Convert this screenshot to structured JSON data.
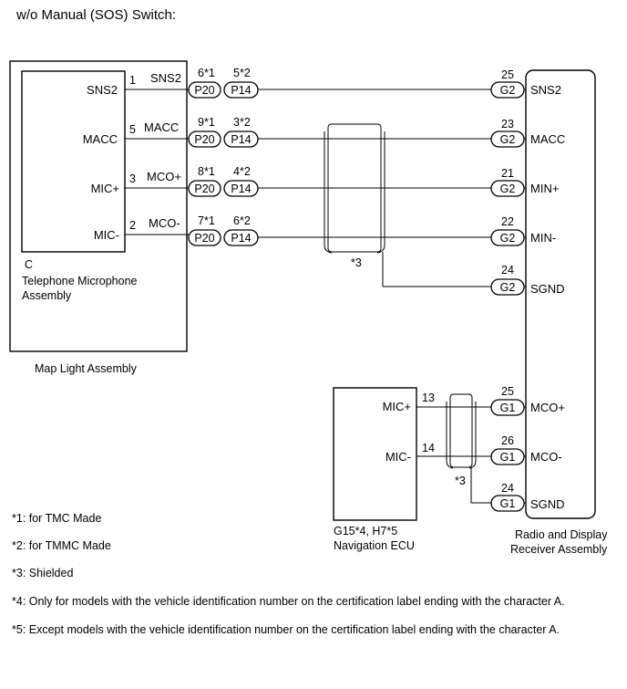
{
  "title": "w/o Manual (SOS) Switch:",
  "map_light": {
    "label": "Map Light Assembly",
    "mic_assembly": {
      "code": "C",
      "label_line1": "Telephone Microphone",
      "label_line2": "Assembly"
    }
  },
  "receiver": {
    "label_line1": "Radio and Display",
    "label_line2": "Receiver Assembly"
  },
  "nav_ecu": {
    "code": "G15*4, H7*5",
    "label": "Navigation ECU",
    "pins": [
      {
        "signal": "MIC+",
        "pin": "13"
      },
      {
        "signal": "MIC-",
        "pin": "14"
      }
    ]
  },
  "wires": [
    {
      "left_signal": "SNS2",
      "left_pin": "1",
      "mid_signal": "SNS2",
      "c1_pin": "6*1",
      "c1": "P20",
      "c2_pin": "5*2",
      "c2": "P14",
      "right_pin": "25",
      "right_conn": "G2",
      "right_signal": "SNS2"
    },
    {
      "left_signal": "MACC",
      "left_pin": "5",
      "mid_signal": "MACC",
      "c1_pin": "9*1",
      "c1": "P20",
      "c2_pin": "3*2",
      "c2": "P14",
      "right_pin": "23",
      "right_conn": "G2",
      "right_signal": "MACC"
    },
    {
      "left_signal": "MIC+",
      "left_pin": "3",
      "mid_signal": "MCO+",
      "c1_pin": "8*1",
      "c1": "P20",
      "c2_pin": "4*2",
      "c2": "P14",
      "right_pin": "21",
      "right_conn": "G2",
      "right_signal": "MIN+"
    },
    {
      "left_signal": "MIC-",
      "left_pin": "2",
      "mid_signal": "MCO-",
      "c1_pin": "7*1",
      "c1": "P20",
      "c2_pin": "6*2",
      "c2": "P14",
      "right_pin": "22",
      "right_conn": "G2",
      "right_signal": "MIN-"
    }
  ],
  "sgnd_upper": {
    "pin": "24",
    "conn": "G2",
    "signal": "SGND"
  },
  "nav_wires": [
    {
      "pin": "25",
      "conn": "G1",
      "signal": "MCO+"
    },
    {
      "pin": "26",
      "conn": "G1",
      "signal": "MCO-"
    }
  ],
  "sgnd_lower": {
    "pin": "24",
    "conn": "G1",
    "signal": "SGND"
  },
  "shield_labels": [
    "*3",
    "*3"
  ],
  "notes": [
    "*1: for TMC Made",
    "*2: for TMMC Made",
    "*3: Shielded",
    "*4: Only for models with the vehicle identification number on the certification label ending with the character A.",
    "*5: Except models with the vehicle identification number on the certification label ending with the character A."
  ]
}
